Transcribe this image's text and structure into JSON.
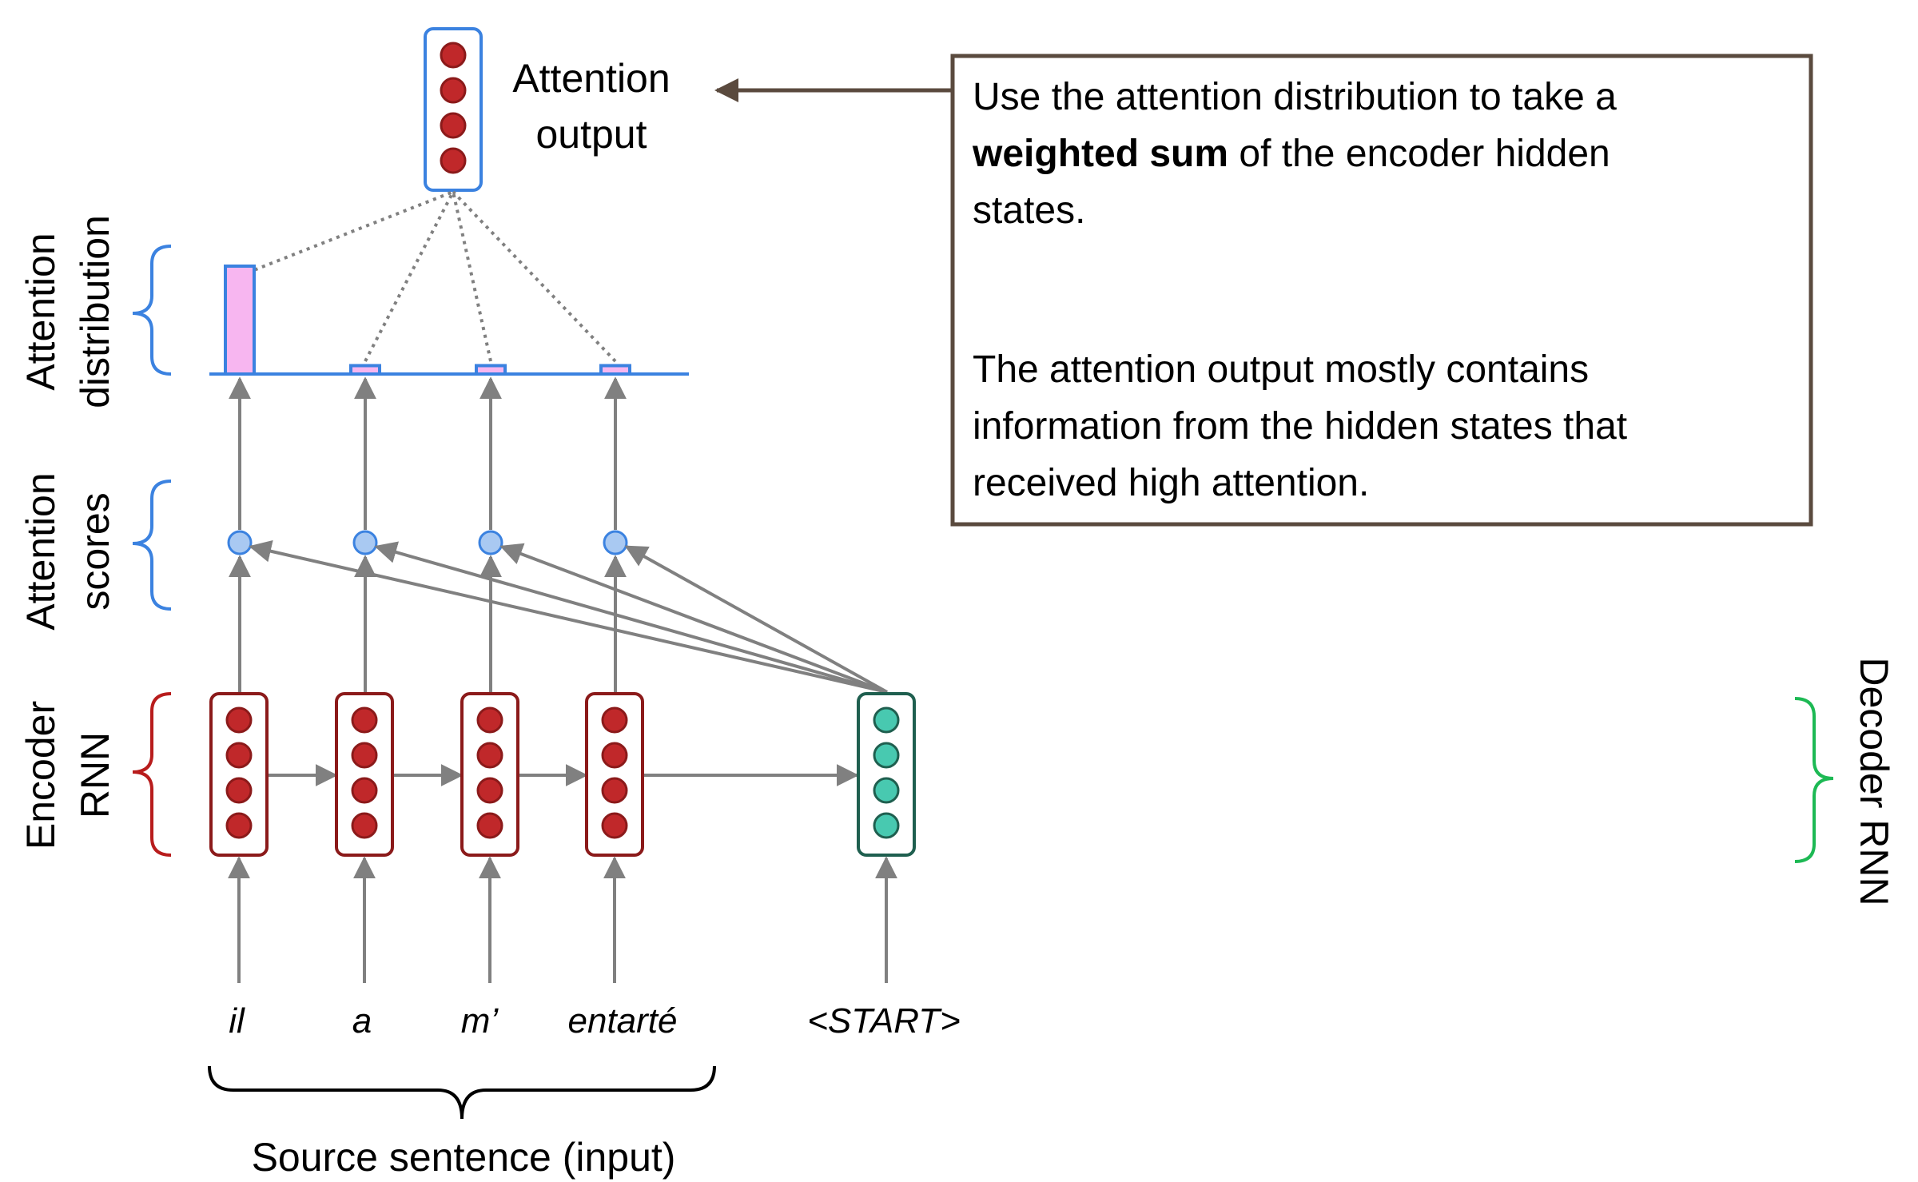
{
  "attention_output": {
    "line1": "Attention",
    "line2": "output"
  },
  "side_labels": {
    "attention_distribution": {
      "line1": "Attention",
      "line2": "distribution"
    },
    "attention_scores": {
      "line1": "Attention",
      "line2": "scores"
    },
    "encoder_rnn": {
      "line1": "Encoder",
      "line2": "RNN"
    },
    "decoder_rnn": "Decoder RNN"
  },
  "source_words": [
    "il",
    "a",
    "m’",
    "entarté"
  ],
  "decoder_input": "<START>",
  "source_caption": "Source sentence (input)",
  "callout": {
    "line1": "Use the attention distribution to take a",
    "line2_bold": "weighted sum",
    "line2_rest": " of the encoder hidden",
    "line3": "states.",
    "line4": "The attention output mostly contains",
    "line5": "information from the hidden states that",
    "line6": "received high attention."
  },
  "attention_distribution": [
    0.9,
    0.07,
    0.07,
    0.07
  ],
  "colors": {
    "encoder": "#8b1a1a",
    "encoder_dot": "#c0282a",
    "decoder": "#1f5f4f",
    "decoder_dot": "#48c9b0",
    "attention_blue": "#3b82e0",
    "score_dot": "#a9c9f2",
    "bar_fill": "#f7b6f0",
    "arrow_gray": "#808080",
    "callout_border": "#5a4a3e",
    "decoder_brace": "#1db954"
  }
}
